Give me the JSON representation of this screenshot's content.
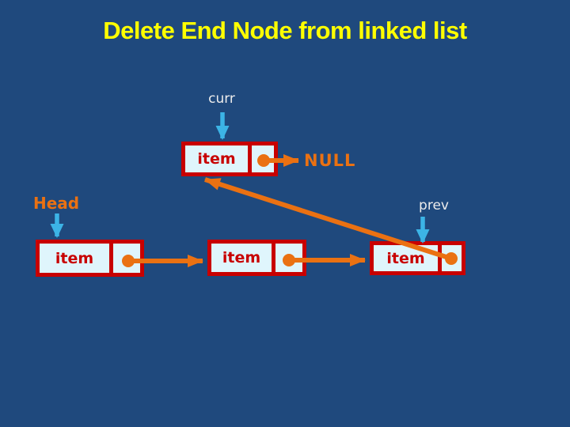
{
  "slide": {
    "title": "Delete End Node from linked list"
  },
  "diagram": {
    "pointer_labels": {
      "curr": "curr",
      "head": "Head",
      "prev": "prev"
    },
    "null_label": "NULL",
    "end_node": {
      "label": "item"
    },
    "list_nodes": [
      {
        "label": "item"
      },
      {
        "label": "item"
      },
      {
        "label": "item"
      }
    ]
  },
  "colors": {
    "background": "#1F497D",
    "title_text": "#FFFF00",
    "node_border": "#C80000",
    "node_fill": "#DFF5FC",
    "item_text": "#C80000",
    "orange": "#EA7112",
    "blue_arrow": "#3CB4E6",
    "light_label": "#ECECEC"
  }
}
